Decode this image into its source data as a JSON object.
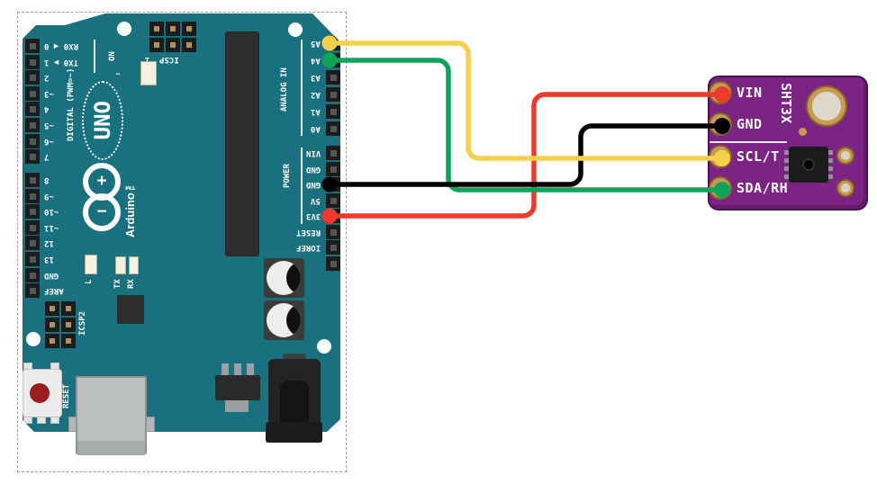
{
  "arduino": {
    "board_color": "#19707F",
    "digital_label": "DIGITAL (PWM=~)",
    "digital_pins_a": [
      "RX0 ◀ 0",
      "TX0 ▶ 1",
      "2",
      "~3",
      "4",
      "~5",
      "~6",
      "7"
    ],
    "digital_pins_b": [
      "8",
      "~9",
      "~10",
      "~11",
      "12",
      "13",
      "GND",
      "AREF"
    ],
    "analog_label": "ANALOG IN",
    "analog_pins": [
      "A5",
      "A4",
      "A3",
      "A2",
      "A1",
      "A0"
    ],
    "power_label": "POWER",
    "power_pins": [
      "VIN",
      "GND",
      "GND",
      "5V",
      "3V3",
      "RESET",
      "IOREF"
    ],
    "on_label": "ON",
    "icsp_label": "ICSP",
    "icsp_pin1": "1",
    "icsp2_label": "ICSP2",
    "logo": "UNO",
    "logo_tm": "™",
    "logo_plus": "+",
    "logo_minus": "−",
    "brand": "Arduino™",
    "led_l": "L",
    "led_tx": "TX",
    "led_rx": "RX",
    "reset_button_label": "RESET"
  },
  "sensor": {
    "board_color": "#7C2483",
    "name": "SHT3X",
    "pins": [
      {
        "label": "VIN"
      },
      {
        "label": "GND"
      },
      {
        "label": "SCL/T"
      },
      {
        "label": "SDA/RH"
      }
    ]
  },
  "wires": [
    {
      "id": "power-wire",
      "color": "#EE3A2D",
      "from": "Arduino 3V3",
      "to": "SHT3X VIN"
    },
    {
      "id": "sda-wire",
      "color": "#10A35A",
      "from": "Arduino A4",
      "to": "SHT3X SDA/RH"
    },
    {
      "id": "ground-wire",
      "color": "#000000",
      "from": "Arduino GND",
      "to": "SHT3X GND"
    },
    {
      "id": "scl-wire",
      "color": "#F5D04B",
      "from": "Arduino A5",
      "to": "SHT3X SCL/T"
    }
  ]
}
